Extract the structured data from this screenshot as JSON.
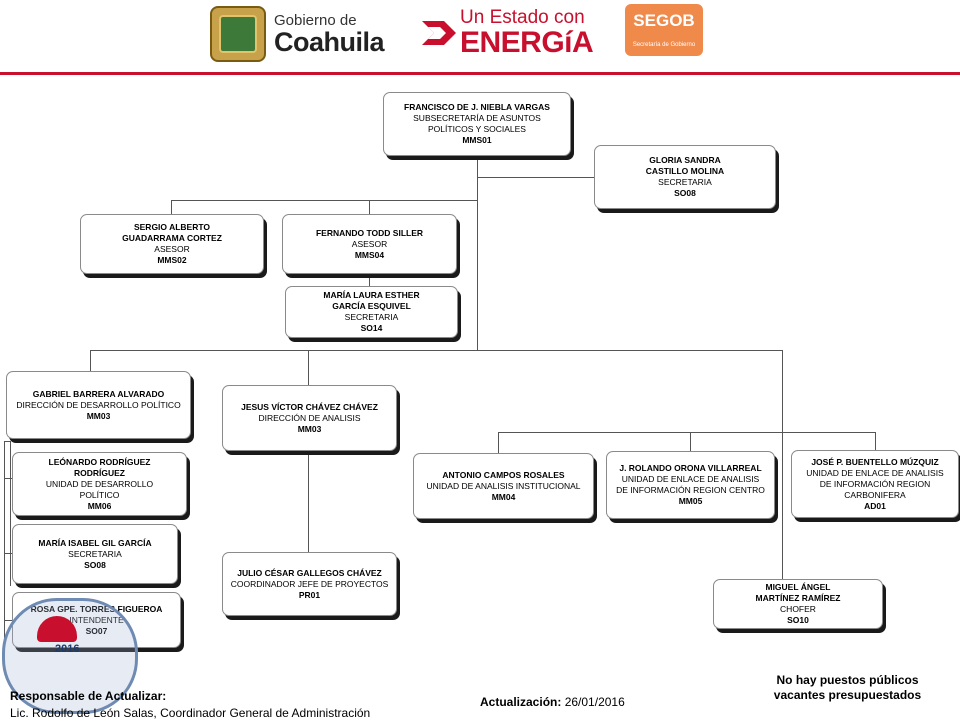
{
  "header": {
    "coahuila_small": "Gobierno de",
    "coahuila_big": "Coahuila",
    "energy_top": "Un Estado con",
    "energy_big": "ENERGíA",
    "segob_title": "SEGOB",
    "segob_sub": "Secretaría de Gobierno"
  },
  "colors": {
    "accent": "#c8102e",
    "segob": "#f08a4b"
  },
  "nodes": {
    "root": {
      "name": "FRANCISCO DE J. NIEBLA VARGAS",
      "role": [
        "SUBSECRETARÍA DE ASUNTOS",
        "POLÍTICOS Y SOCIALES"
      ],
      "code": "MMS01"
    },
    "gloria": {
      "name": [
        "GLORIA SANDRA",
        "CASTILLO MOLINA"
      ],
      "role": "SECRETARIA",
      "code": "SO08"
    },
    "sergio": {
      "name": [
        "SERGIO ALBERTO",
        "GUADARRAMA CORTEZ"
      ],
      "role": "ASESOR",
      "code": "MMS02"
    },
    "fernando": {
      "name": "FERNANDO TODD SILLER",
      "role": "ASESOR",
      "code": "MMS04"
    },
    "maria_laura": {
      "name": [
        "MARÍA LAURA ESTHER",
        "GARCÍA ESQUIVEL"
      ],
      "role": "SECRETARIA",
      "code": "SO14"
    },
    "gabriel": {
      "name": "GABRIEL BARRERA ALVARADO",
      "role": "DIRECCIÓN DE DESARROLLO POLÍTICO",
      "code": "MM03"
    },
    "jesus": {
      "name": "JESUS VÍCTOR CHÁVEZ CHÁVEZ",
      "role": "DIRECCIÓN DE ANALISIS",
      "code": "MM03"
    },
    "leonardo": {
      "name": [
        "LEÓNARDO RODRÍGUEZ",
        "RODRÍGUEZ"
      ],
      "role": [
        "UNIDAD DE DESARROLLO",
        "POLÍTICO"
      ],
      "code": "MM06"
    },
    "maria_isabel": {
      "name": "MARÍA ISABEL GIL GARCÍA",
      "role": "SECRETARIA",
      "code": "SO08"
    },
    "rosa": {
      "name": "ROSA GPE. TORRES FIGUEROA",
      "role": "INTENDENTE",
      "code": "SO07"
    },
    "julio": {
      "name": "JULIO CÉSAR GALLEGOS CHÁVEZ",
      "role": "COORDINADOR JEFE DE PROYECTOS",
      "code": "PR01"
    },
    "antonio": {
      "name": "ANTONIO CAMPOS ROSALES",
      "role": "UNIDAD DE ANALISIS INSTITUCIONAL",
      "code": "MM04"
    },
    "rolando": {
      "name": "J. ROLANDO ORONA VILLARREAL",
      "role": [
        "UNIDAD DE ENLACE DE ANALISIS",
        "DE INFORMACIÓN REGION CENTRO"
      ],
      "code": "MM05"
    },
    "jose": {
      "name": "JOSÉ P. BUENTELLO MÚZQUIZ",
      "role": [
        "UNIDAD DE ENLACE DE ANALISIS",
        "DE INFORMACIÓN REGION",
        "CARBONIFERA"
      ],
      "code": "AD01"
    },
    "miguel": {
      "name": [
        "MIGUEL ÁNGEL",
        "MARTÍNEZ RAMÍREZ"
      ],
      "role": "CHOFER",
      "code": "SO10"
    }
  },
  "footer": {
    "responsable_label": "Responsable de Actualizar:",
    "responsable_name": "Lic. Rodolfo de León Salas, Coordinador General de Administración",
    "actualizacion_label": "Actualización:",
    "actualizacion_date": "26/01/2016",
    "vacantes_line1": "No hay puestos públicos",
    "vacantes_line2": "vacantes presupuestados",
    "stamp_year": "2016"
  }
}
